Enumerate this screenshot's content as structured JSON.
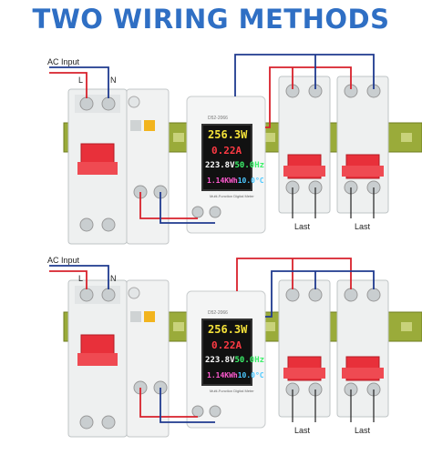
{
  "title": "TWO WIRING METHODS",
  "colors": {
    "title": "#2f6fc4",
    "wire_red": "#d8212b",
    "wire_blue": "#1f3a8f",
    "rail": "#8a9b2d",
    "breaker_red": "#e8303a"
  },
  "panels": [
    {
      "ac_input": "AC Input",
      "l": "L",
      "n": "N",
      "load_label": "Last",
      "meter": {
        "model": "D52-2066",
        "readings": [
          "256.3",
          "W",
          "0.22",
          "A",
          "223.8",
          "V",
          "50.0",
          "Hz",
          "1.14",
          "KWh",
          "10.0",
          "°C"
        ],
        "subtitle": "Multi-Function Digital Meter"
      }
    },
    {
      "ac_input": "AC Input",
      "l": "L",
      "n": "N",
      "load_label": "Last",
      "meter": {
        "model": "D52-2066",
        "readings": [
          "256.3",
          "W",
          "0.22",
          "A",
          "223.8",
          "V",
          "50.0",
          "Hz",
          "1.14",
          "KWh",
          "10.0",
          "°C"
        ],
        "subtitle": "Multi-Function Digital Meter"
      }
    }
  ]
}
